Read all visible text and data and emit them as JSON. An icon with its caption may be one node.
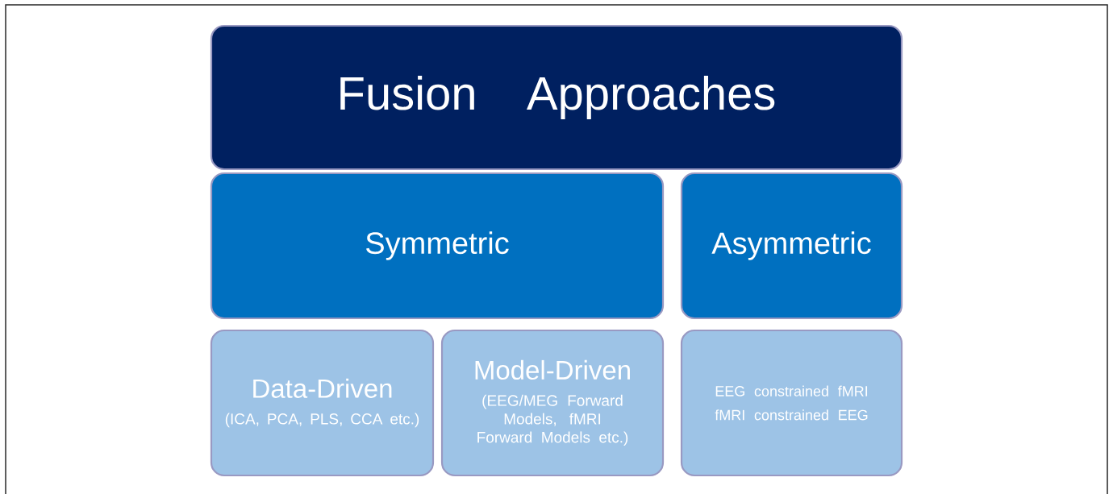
{
  "diagram": {
    "nodes": [
      {
        "text": [
          "Fusion Approaches"
        ]
      },
      {
        "text": [
          "Symmetric"
        ]
      },
      {
        "text": [
          "Asymmetric"
        ]
      },
      {
        "text": [
          "Data-Driven",
          "(ICA, PCA, PLS, CCA etc.)"
        ]
      },
      {
        "text": [
          "Model-Driven",
          "(EEG/MEG Forward Models, fMRI Forward Models etc.)"
        ]
      },
      {
        "text": [
          "EEG constrained fMRI",
          "fMRI constrained EEG"
        ]
      }
    ]
  }
}
